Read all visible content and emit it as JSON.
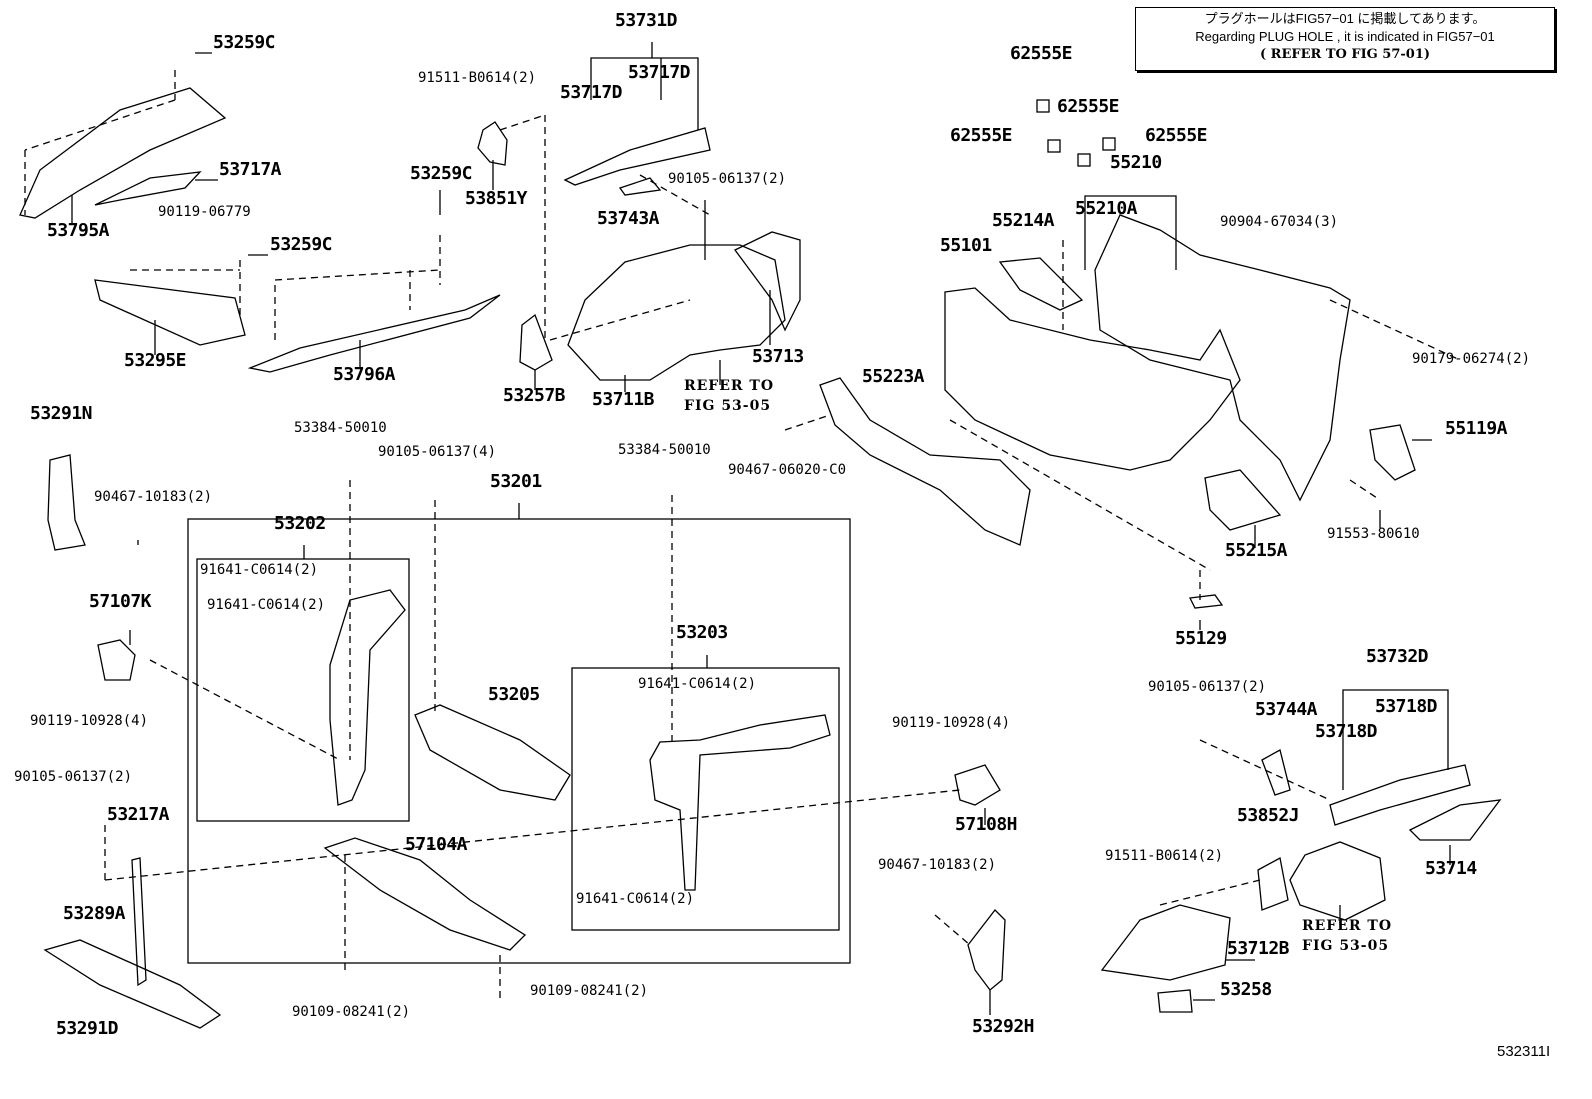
{
  "note": {
    "line1": "プラグホールはFIG57−01 に掲載してあります。",
    "line2": "Regarding PLUG HOLE , it is indicated in FIG57−01",
    "line3": "( REFER TO FIG 57-01)"
  },
  "labels": [
    "53259C",
    "53717A",
    "90119-06779",
    "53795A",
    "53259C",
    "53295E",
    "53796A",
    "53259C",
    "91511-B0614(2)",
    "53851Y",
    "53731D",
    "53717D",
    "53717D",
    "90105-06137(2)",
    "53743A",
    "53713",
    "53257B",
    "53711B",
    "REFER TO",
    "FIG 53-05",
    "62555E",
    "62555E",
    "62555E",
    "62555E",
    "55210",
    "55214A",
    "55210A",
    "90904-67034(3)",
    "55101",
    "90179-06274(2)",
    "55223A",
    "55119A",
    "90467-06020-C0",
    "91553-80610",
    "55215A",
    "55129",
    "53291N",
    "90467-10183(2)",
    "53384-50010",
    "90105-06137(4)",
    "53201",
    "53384-50010",
    "53202",
    "91641-C0614(2)",
    "91641-C0614(2)",
    "57107K",
    "90119-10928(4)",
    "53205",
    "53203",
    "91641-C0614(2)",
    "90105-06137(2)",
    "53217A",
    "57104A",
    "91641-C0614(2)",
    "53289A",
    "90109-08241(2)",
    "90109-08241(2)",
    "53291D",
    "90119-10928(4)",
    "57108H",
    "90467-10183(2)",
    "53292H",
    "53732D",
    "90105-06137(2)",
    "53744A",
    "53718D",
    "53718D",
    "53852J",
    "91511-B0614(2)",
    "53714",
    "REFER TO",
    "FIG 53-05",
    "53712B",
    "53258"
  ],
  "footer": "532311I"
}
